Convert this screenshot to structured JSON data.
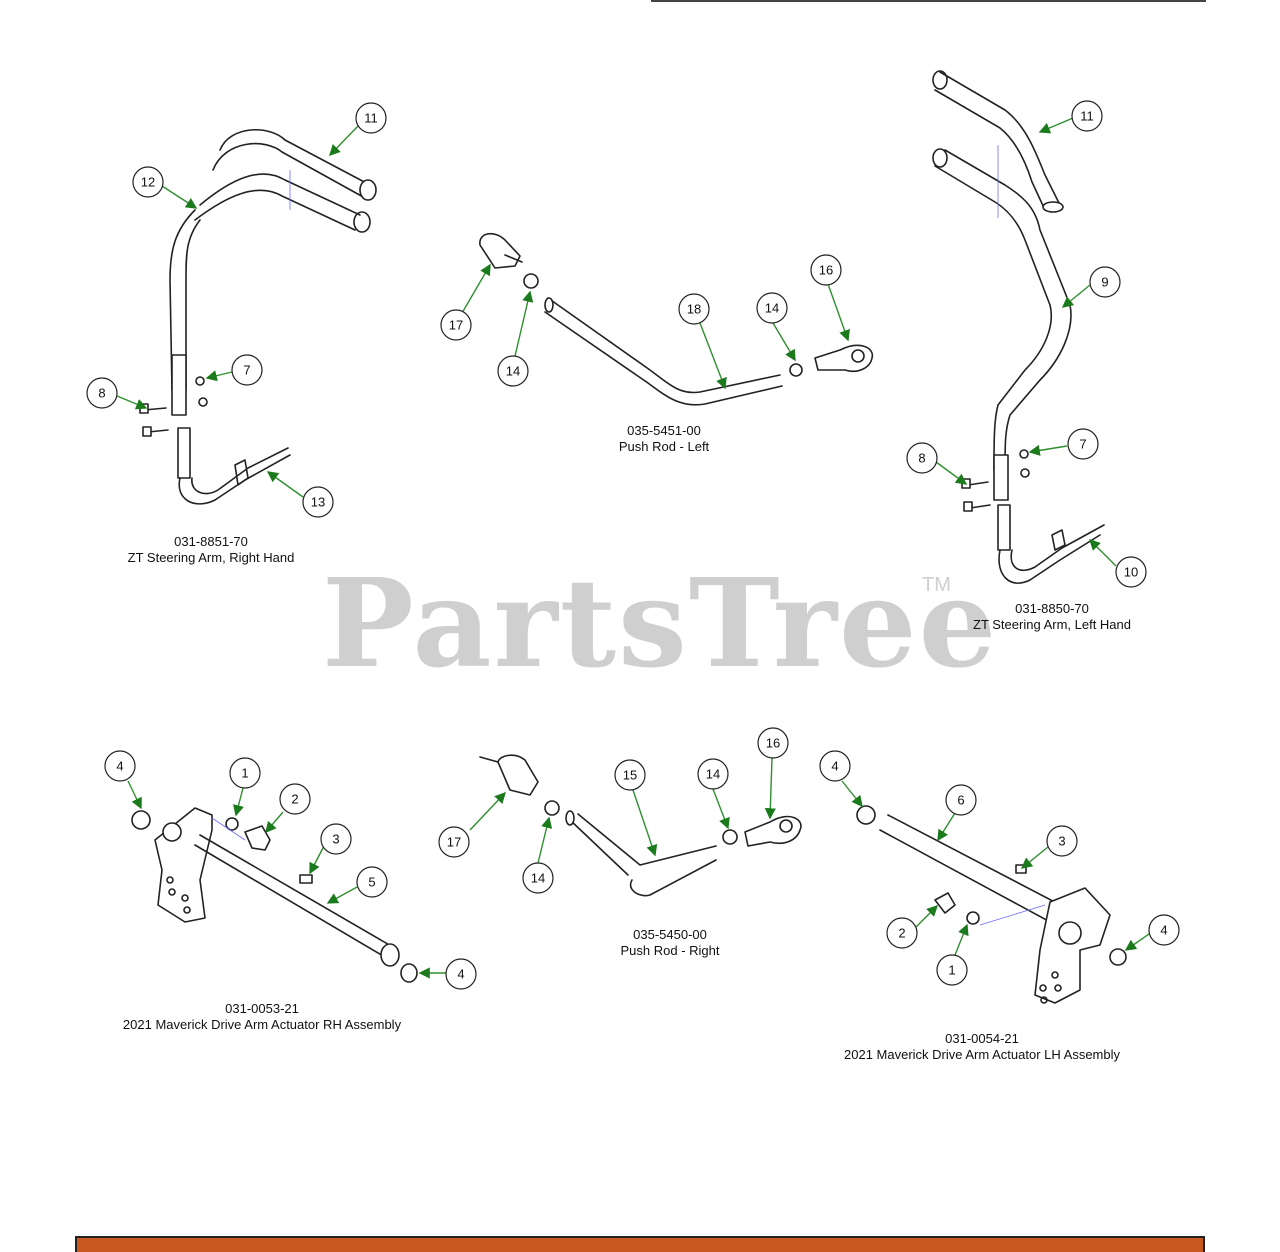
{
  "watermark": {
    "brand": "PartsTree",
    "trademark": "TM"
  },
  "assemblies": [
    {
      "part_number": "031-8851-70",
      "description": "ZT Steering Arm, Right Hand"
    },
    {
      "part_number": "035-5451-00",
      "description": "Push Rod - Left"
    },
    {
      "part_number": "031-8850-70",
      "description": "ZT Steering Arm, Left Hand"
    },
    {
      "part_number": "031-0053-21",
      "description": "2021 Maverick Drive Arm Actuator RH Assembly"
    },
    {
      "part_number": "035-5450-00",
      "description": "Push Rod - Right"
    },
    {
      "part_number": "031-0054-21",
      "description": "2021 Maverick Drive Arm Actuator LH Assembly"
    }
  ],
  "callouts": {
    "c11a": "11",
    "c12": "12",
    "c7a": "7",
    "c8a": "8",
    "c13": "13",
    "c17a": "17",
    "c14a": "14",
    "c18": "18",
    "c14b": "14",
    "c16a": "16",
    "c11b": "11",
    "c9": "9",
    "c7b": "7",
    "c8b": "8",
    "c10": "10",
    "c4a": "4",
    "c1a": "1",
    "c2a": "2",
    "c3a": "3",
    "c5": "5",
    "c4b": "4",
    "c17b": "17",
    "c14c": "14",
    "c15": "15",
    "c14d": "14",
    "c16b": "16",
    "c4c": "4",
    "c6": "6",
    "c3b": "3",
    "c2b": "2",
    "c1b": "1",
    "c4d": "4"
  },
  "colors": {
    "leader": "#2f8f2f",
    "footer": "#c8581e",
    "watermark": "#cfcfcf"
  }
}
